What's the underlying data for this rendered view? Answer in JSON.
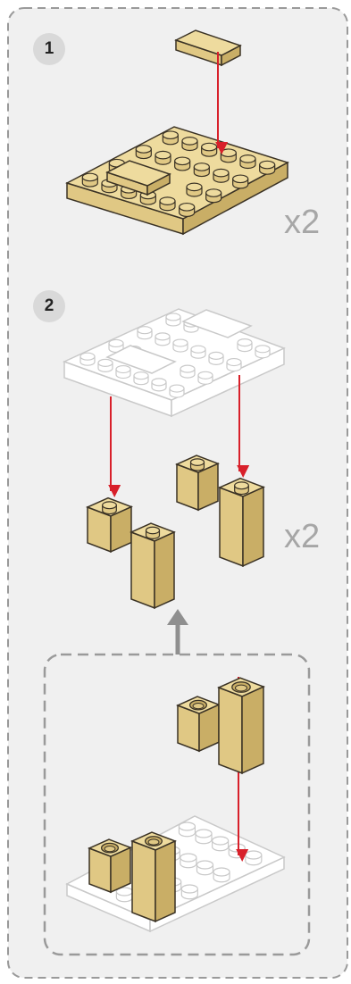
{
  "steps": [
    {
      "number": "1",
      "quantity": "x2"
    },
    {
      "number": "2",
      "quantity": "x2"
    }
  ],
  "colors": {
    "panel_background": "#f0f0f0",
    "panel_border": "#9a9a9a",
    "brick_top": "#eedb9e",
    "brick_left": "#e0c884",
    "brick_right": "#c9ae66",
    "brick_outline": "#3a3225",
    "ghost_fill": "#ffffff",
    "ghost_outline": "#c9c9c9",
    "arrow_red": "#d8202a",
    "arrow_gray": "#8f8f8f"
  },
  "icons": [
    "placement-arrow",
    "subassembly-arrow"
  ]
}
